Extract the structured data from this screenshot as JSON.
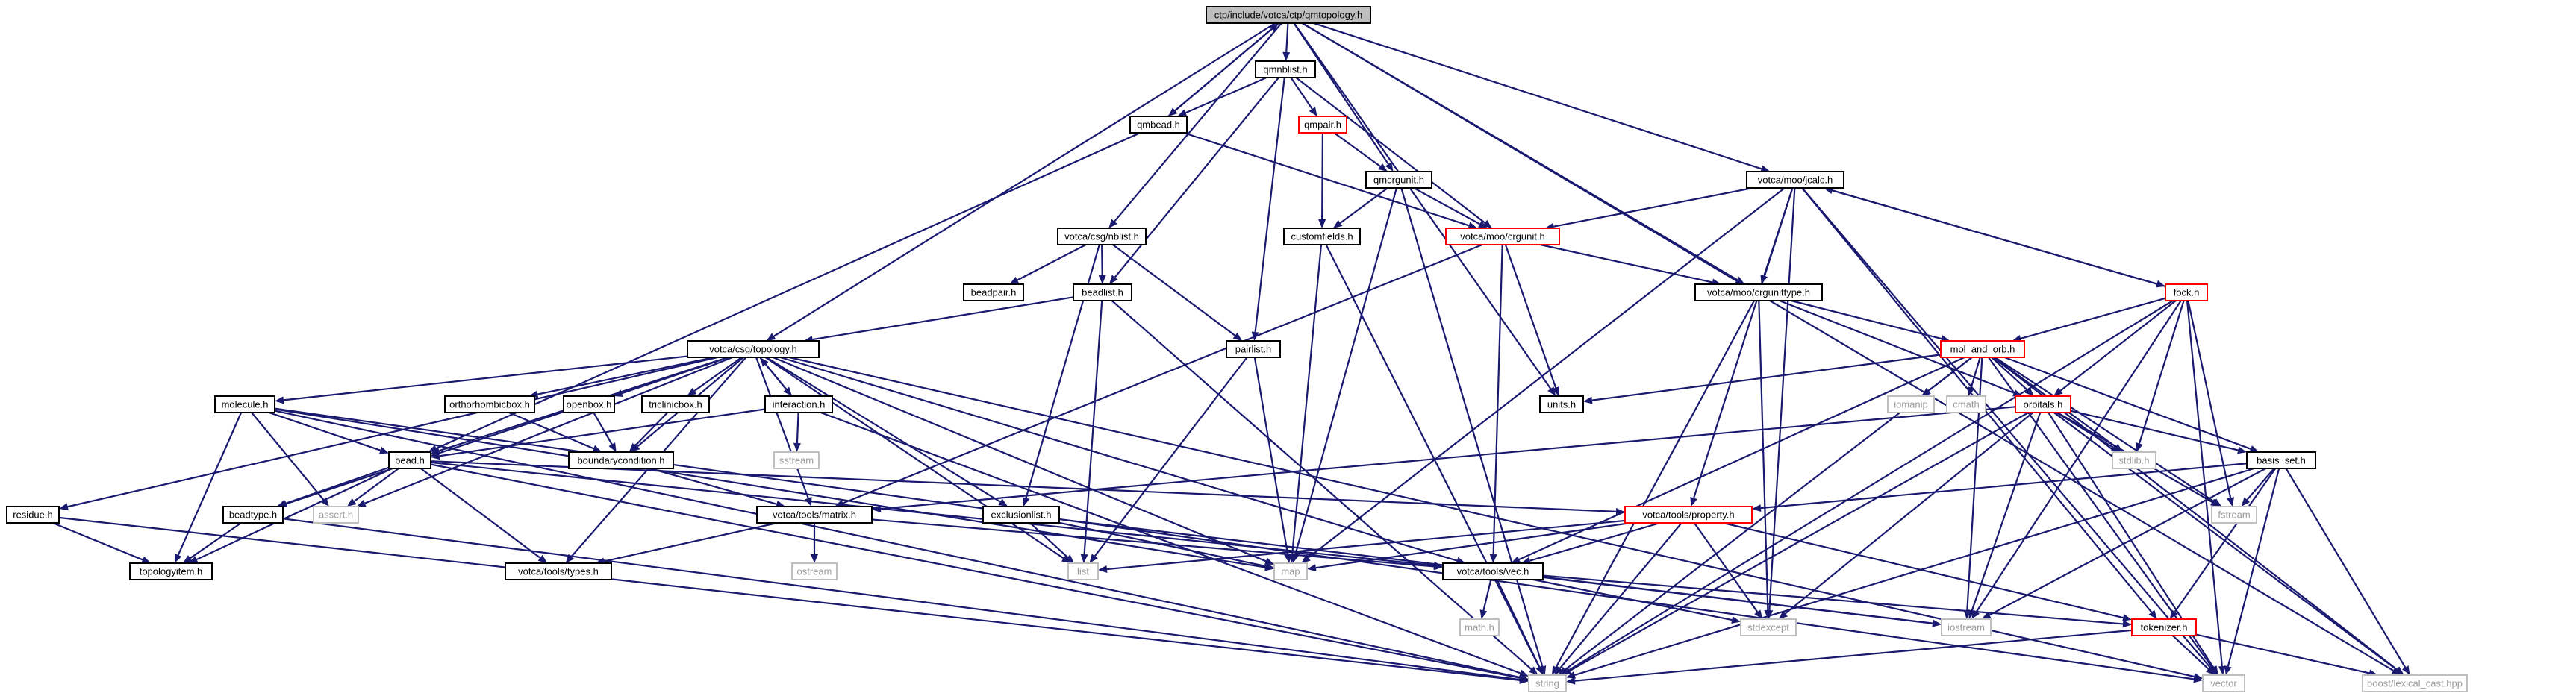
{
  "colors": {
    "edge": "#191970",
    "root_fill": "#bfbfbf",
    "black_border": "#000000",
    "red_border": "#ff0000",
    "gray_border": "#bfbfbf"
  },
  "nodes": {
    "root": "ctp/include/votca/ctp/qmtopology.h",
    "qmnblist": "qmnblist.h",
    "qmbead": "qmbead.h",
    "qmpair": "qmpair.h",
    "qmcrgunit": "qmcrgunit.h",
    "customfields": "customfields.h",
    "crgunit": "votca/moo/crgunit.h",
    "jcalc": "votca/moo/jcalc.h",
    "crgunittype": "votca/moo/crgunittype.h",
    "fock": "fock.h",
    "csgnblist": "votca/csg/nblist.h",
    "beadpair": "beadpair.h",
    "beadlist": "beadlist.h",
    "pairlist": "pairlist.h",
    "topology": "votca/csg/topology.h",
    "units": "units.h",
    "mol_and_orb": "mol_and_orb.h",
    "iomanip": "iomanip",
    "cmath": "cmath",
    "orbitals": "orbitals.h",
    "stdlib": "stdlib.h",
    "basis_set": "basis_set.h",
    "fstream": "fstream",
    "molecule": "molecule.h",
    "orthorhombicbox": "orthorhombicbox.h",
    "openbox": "openbox.h",
    "triclinicbox": "triclinicbox.h",
    "interaction": "interaction.h",
    "sstream": "sstream",
    "boundarycondition": "boundarycondition.h",
    "bead": "bead.h",
    "residue": "residue.h",
    "beadtype": "beadtype.h",
    "assert": "assert.h",
    "topologyitem": "topologyitem.h",
    "types": "votca/tools/types.h",
    "matrix": "votca/tools/matrix.h",
    "ostream": "ostream",
    "exclusionlist": "exclusionlist.h",
    "list": "list",
    "map": "map",
    "property": "votca/tools/property.h",
    "vec": "votca/tools/vec.h",
    "mathh": "math.h",
    "stdexcept": "stdexcept",
    "iostream": "iostream",
    "tokenizer": "tokenizer.h",
    "string": "string",
    "vector": "vector",
    "lexical_cast": "boost/lexical_cast.hpp"
  }
}
